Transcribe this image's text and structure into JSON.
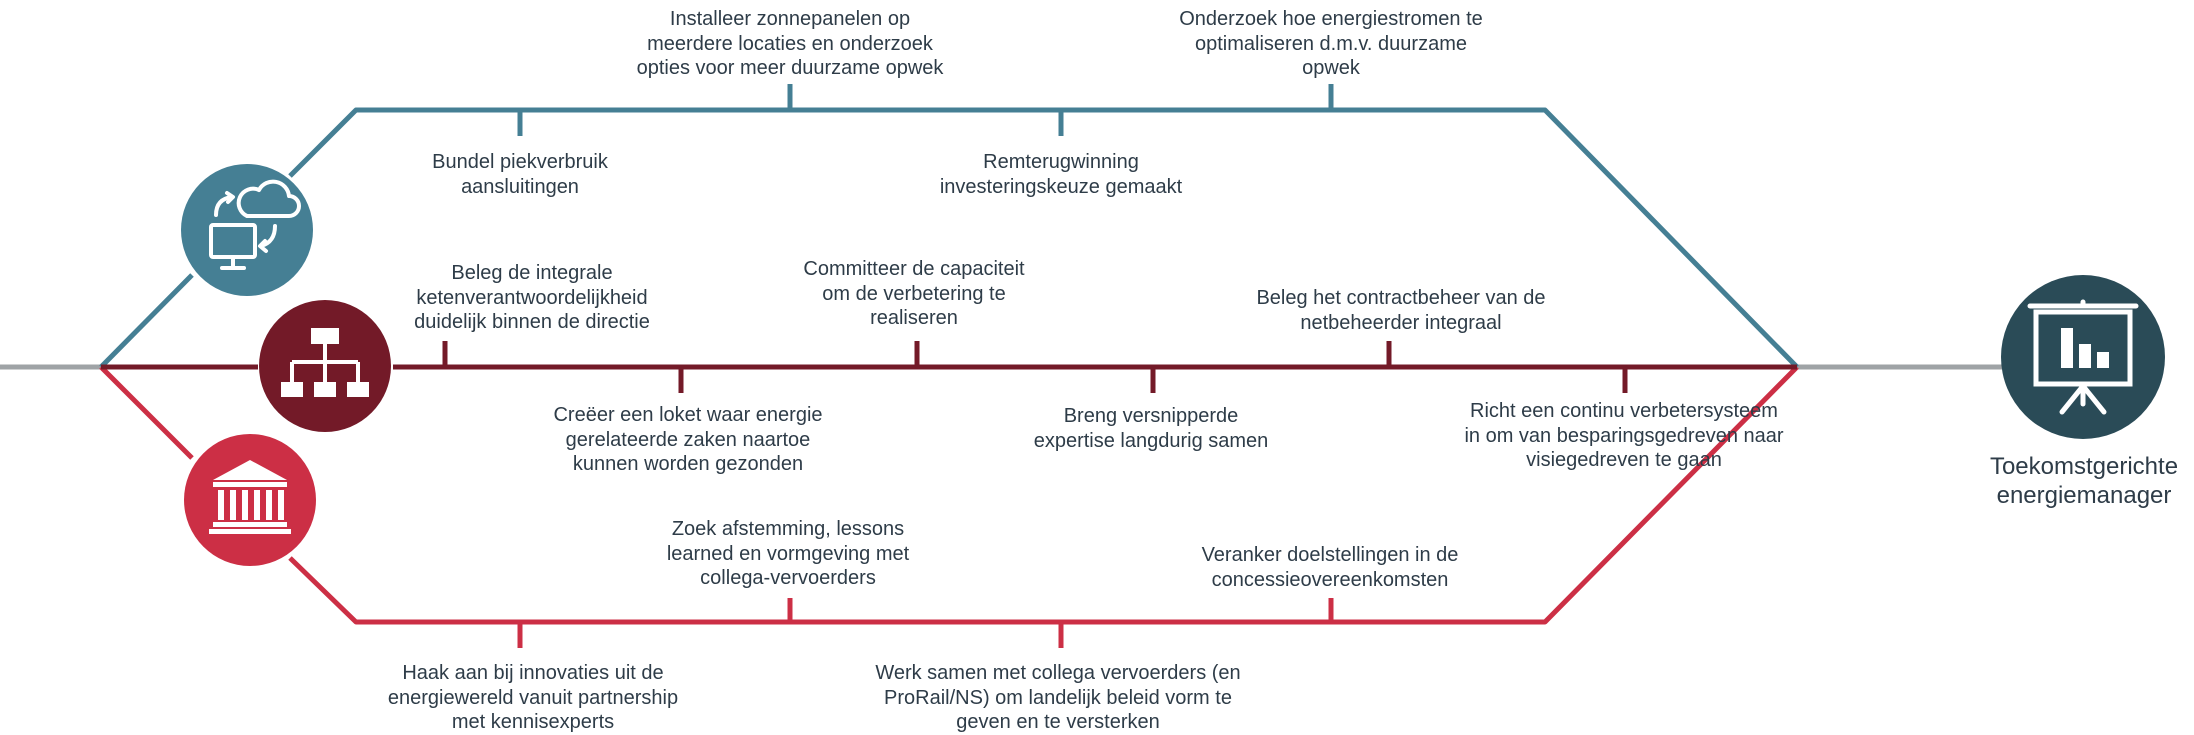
{
  "colors": {
    "teal": "#457f94",
    "maroon": "#731a28",
    "red": "#cc2f45",
    "gray": "#9fa3a6",
    "goal_circle": "#2a4b57",
    "text": "#2e3c48"
  },
  "icons": {
    "teal": "cloud-computer-sync-icon",
    "maroon": "org-chart-icon",
    "red": "institution-building-icon",
    "goal": "presentation-board-chart-icon"
  },
  "goal": {
    "line1": "Toekomstgerichte",
    "line2": "energiemanager"
  },
  "tracks": {
    "teal": {
      "above": [
        {
          "line1": "Installeer zonnepanelen op",
          "line2": "meerdere locaties en onderzoek",
          "line3": "opties voor meer duurzame opwek"
        },
        {
          "line1": "Onderzoek hoe energiestromen te",
          "line2": "optimaliseren d.m.v. duurzame",
          "line3": "opwek"
        }
      ],
      "below": [
        {
          "line1": "Bundel piekverbruik",
          "line2": "aansluitingen"
        },
        {
          "line1": "Remterugwinning",
          "line2": "investeringskeuze gemaakt"
        }
      ]
    },
    "maroon": {
      "above": [
        {
          "line1": "Beleg de integrale",
          "line2": "ketenverantwoordelijkheid",
          "line3": "duidelijk binnen de directie"
        },
        {
          "line1": "Committeer de capaciteit",
          "line2": "om de verbetering te",
          "line3": "realiseren"
        },
        {
          "line1": "Beleg het contractbeheer van de",
          "line2": "netbeheerder integraal"
        }
      ],
      "below": [
        {
          "line1": "Creëer een loket waar energie",
          "line2": "gerelateerde zaken naartoe",
          "line3": "kunnen worden gezonden"
        },
        {
          "line1": "Breng versnipperde",
          "line2": "expertise langdurig samen"
        },
        {
          "line1": "Richt een continu verbetersysteem",
          "line2": "in om van besparingsgedreven naar",
          "line3": "visiegedreven te gaan"
        }
      ]
    },
    "red": {
      "above": [
        {
          "line1": "Zoek afstemming, lessons",
          "line2": "learned en vormgeving met",
          "line3": "collega-vervoerders"
        },
        {
          "line1": "Veranker doelstellingen in de",
          "line2": "concessieovereenkomsten"
        }
      ],
      "below": [
        {
          "line1": "Haak aan bij innovaties uit de",
          "line2": "energiewereld vanuit partnership",
          "line3": "met kennisexperts"
        },
        {
          "line1": "Werk samen met collega vervoerders (en",
          "line2": "ProRail/NS) om landelijk beleid vorm te",
          "line3": "geven en te versterken"
        }
      ]
    }
  }
}
